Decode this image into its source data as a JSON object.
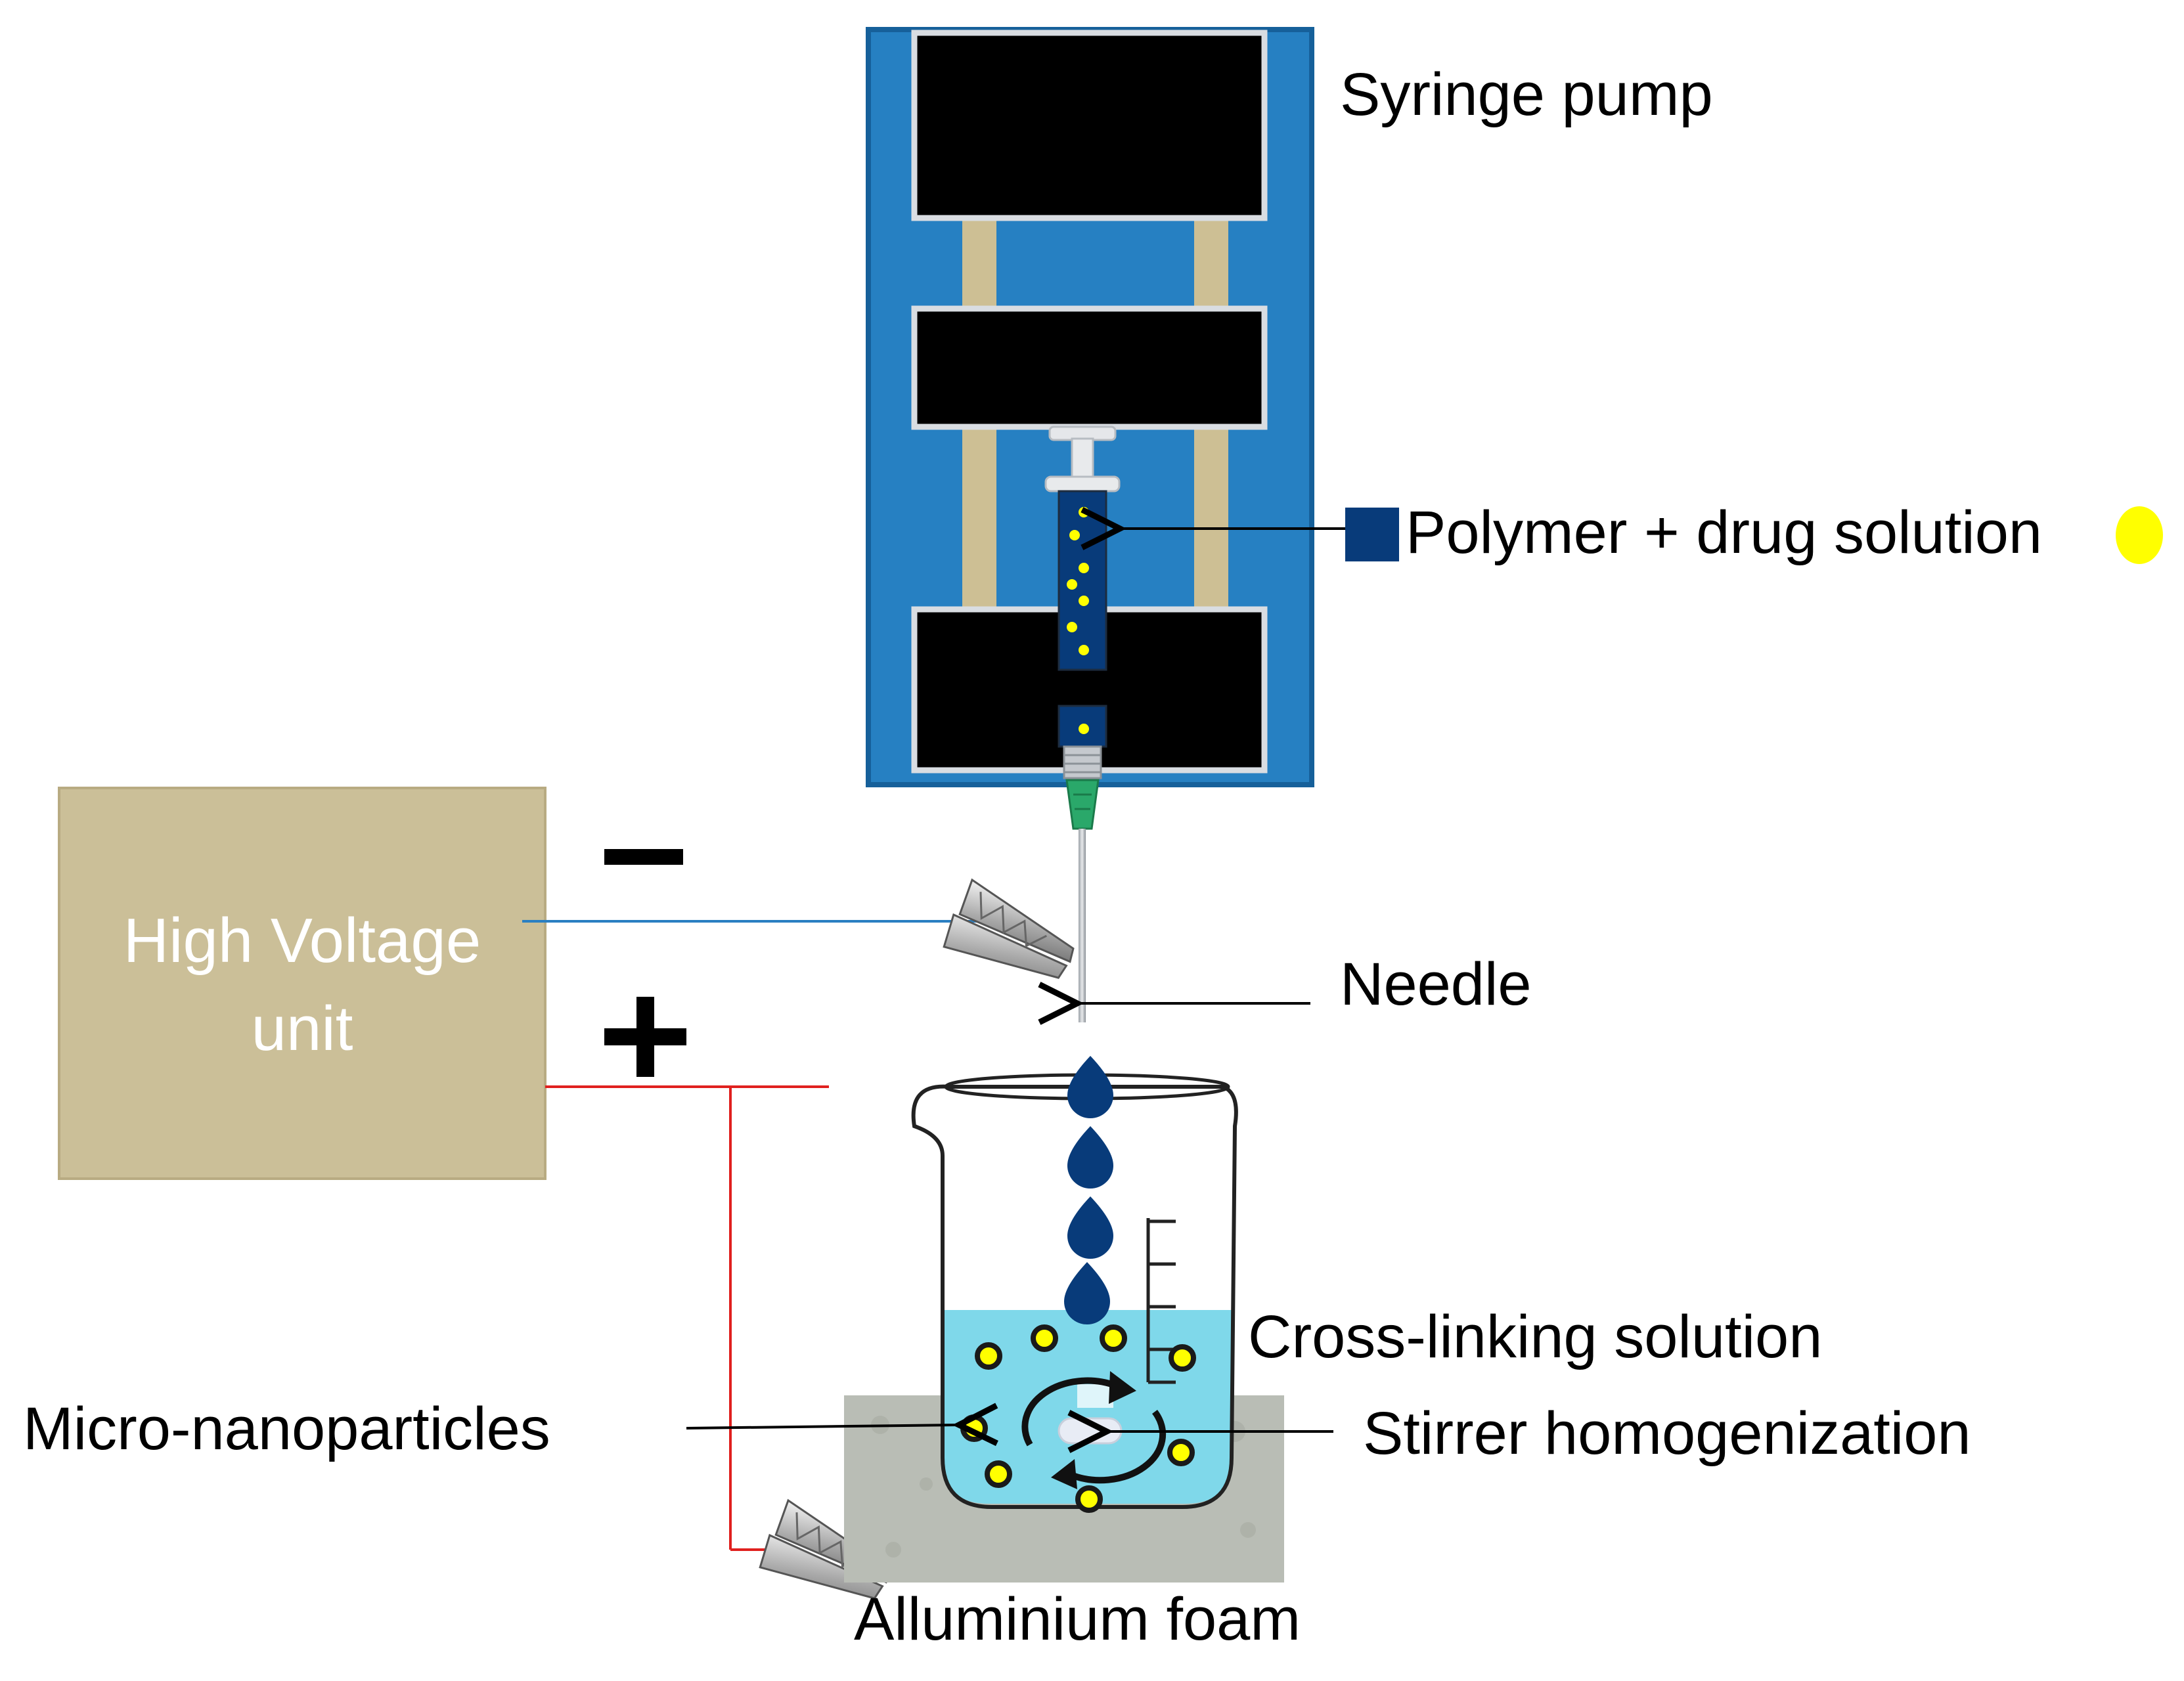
{
  "labels": {
    "syringe_pump": "Syringe pump",
    "polymer_solution": "Polymer + drug solution",
    "needle": "Needle",
    "high_voltage_line1": "High Voltage",
    "high_voltage_line2": "unit",
    "minus": "−",
    "plus": "+",
    "crosslinking": "Cross-linking solution",
    "stirrer": "Stirrer homogenization",
    "microparticles": "Micro-nanoparticles",
    "foam": "Alluminium foam"
  },
  "colors": {
    "pump_body": "#2680c2",
    "pump_block": "#000000",
    "rail": "#cdbf94",
    "hv_box": "#cbbf98",
    "solution": "#083b7a",
    "drug_particle": "#ffff00",
    "crosslink_liquid": "#7fd8ea",
    "negative_wire": "#2a7fc2",
    "positive_wire": "#e0201e",
    "foam": "#b9bdb5"
  }
}
